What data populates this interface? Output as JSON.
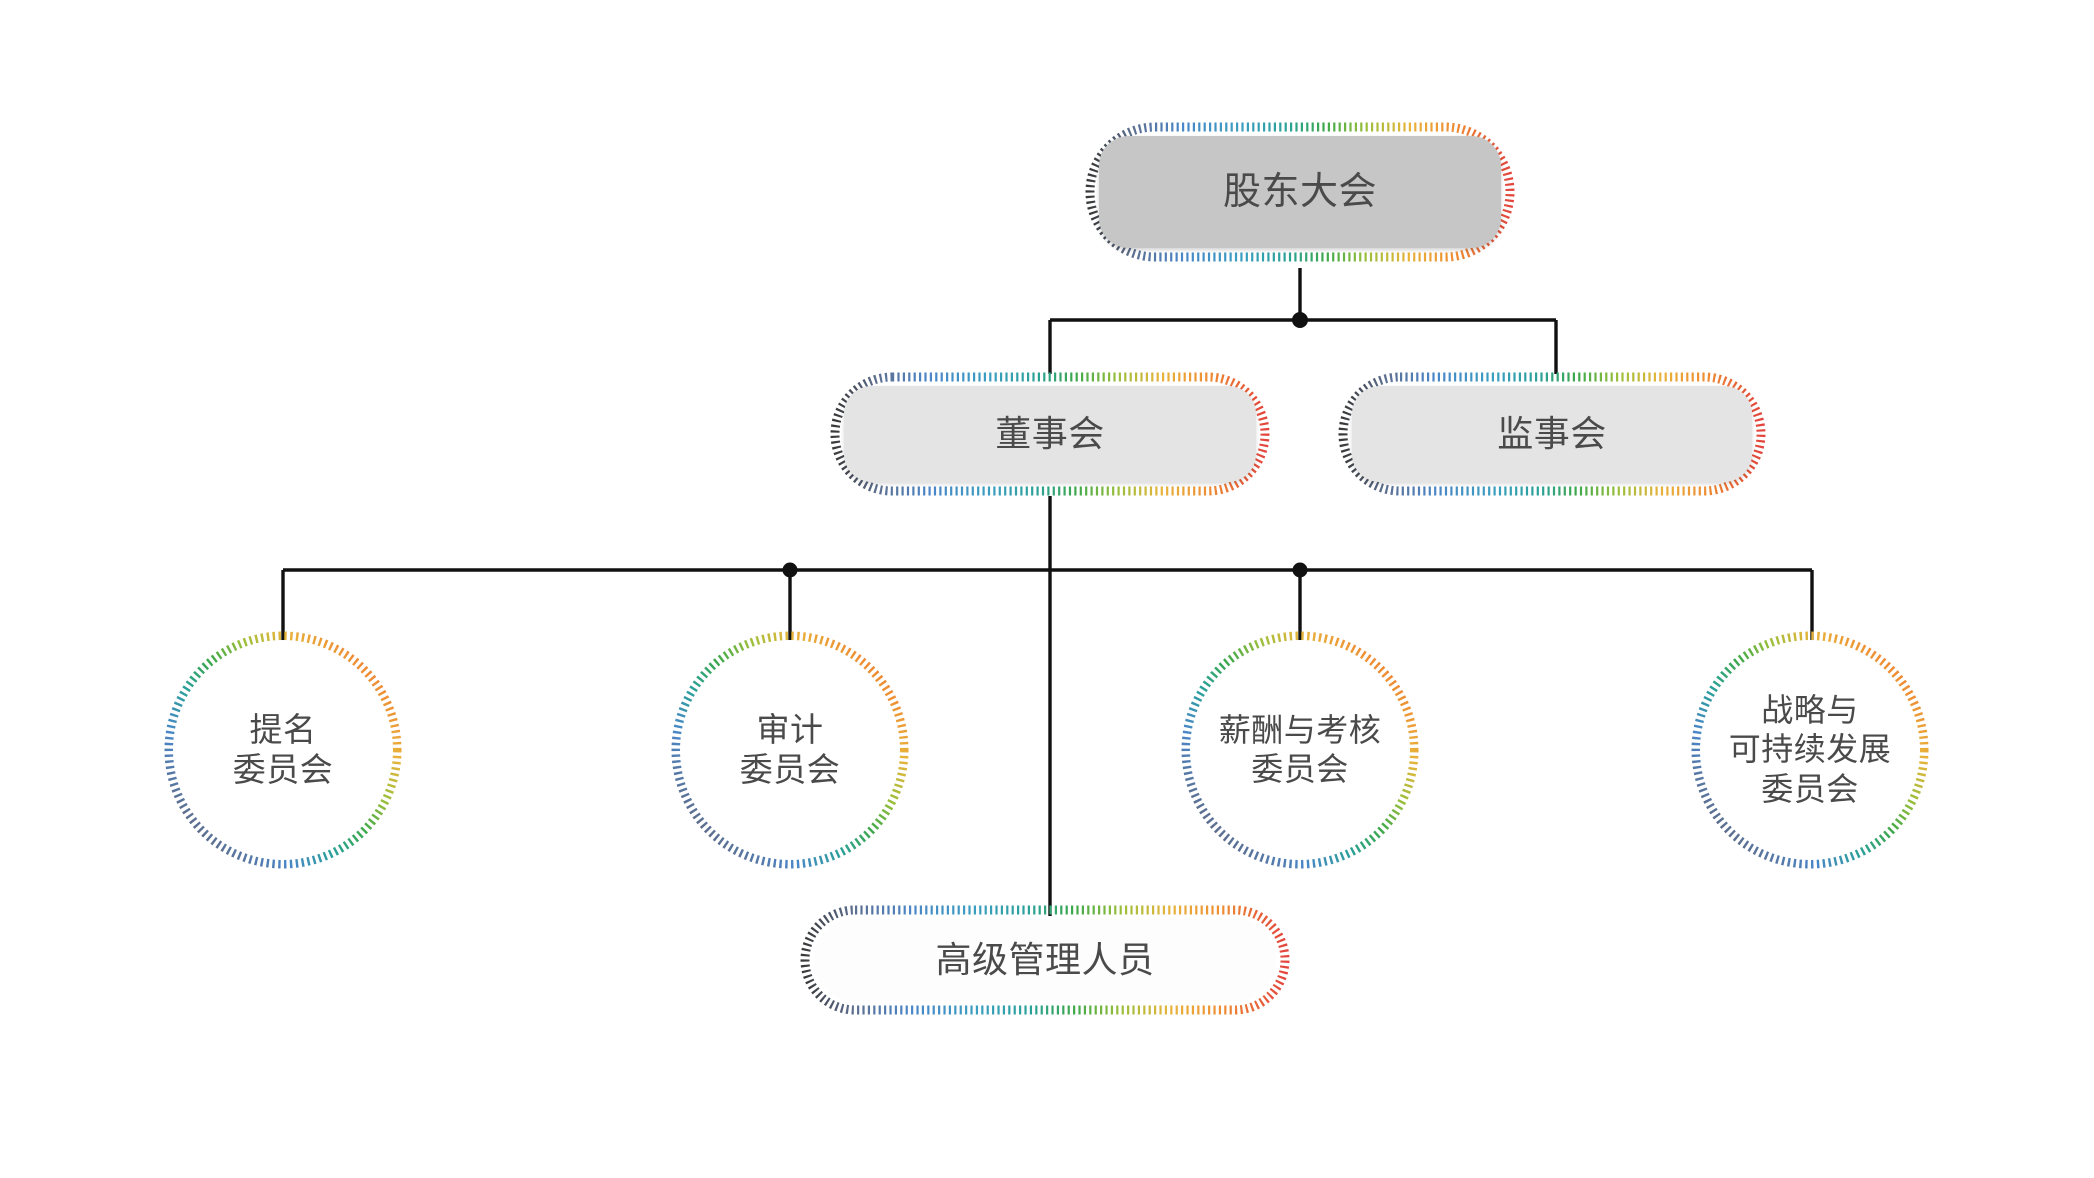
{
  "diagram": {
    "type": "organization-chart",
    "title": "",
    "background_color": "#ffffff",
    "text_color": "#4a4a4a",
    "connector_color": "#111111",
    "palette": {
      "dark": "#3a3a3a",
      "blue": "#4a86c8",
      "teal": "#2aa198",
      "green": "#3da84b",
      "olive": "#9cbf3b",
      "yellow": "#e8b33a",
      "orange": "#ee8c33",
      "red": "#e2453c"
    }
  },
  "nodes": {
    "shareholders": {
      "label": "股东大会",
      "shape": "rounded-rect",
      "fill": "#c6c6c6",
      "level": 1
    },
    "board": {
      "label": "董事会",
      "shape": "rounded-rect",
      "fill": "#e4e4e4",
      "level": 2
    },
    "supervisors": {
      "label": "监事会",
      "shape": "rounded-rect",
      "fill": "#e4e4e4",
      "level": 2
    },
    "nomination": {
      "label": "提名\n委员会",
      "shape": "circle",
      "fill": "#ffffff",
      "level": 3
    },
    "audit": {
      "label": "审计\n委员会",
      "shape": "circle",
      "fill": "#ffffff",
      "level": 3
    },
    "remuneration": {
      "label": "薪酬与考核\n委员会",
      "shape": "circle",
      "fill": "#ffffff",
      "level": 3
    },
    "strategy": {
      "label": "战略与\n可持续发展\n委员会",
      "shape": "circle",
      "fill": "#ffffff",
      "level": 3
    },
    "seniormgmt": {
      "label": "高级管理人员",
      "shape": "pill",
      "fill": "#fdfdfd",
      "level": 4
    }
  },
  "edges": [
    {
      "from": "shareholders",
      "to": "board"
    },
    {
      "from": "shareholders",
      "to": "supervisors"
    },
    {
      "from": "board",
      "to": "nomination"
    },
    {
      "from": "board",
      "to": "audit"
    },
    {
      "from": "board",
      "to": "remuneration"
    },
    {
      "from": "board",
      "to": "strategy"
    },
    {
      "from": "board",
      "to": "seniormgmt"
    }
  ]
}
